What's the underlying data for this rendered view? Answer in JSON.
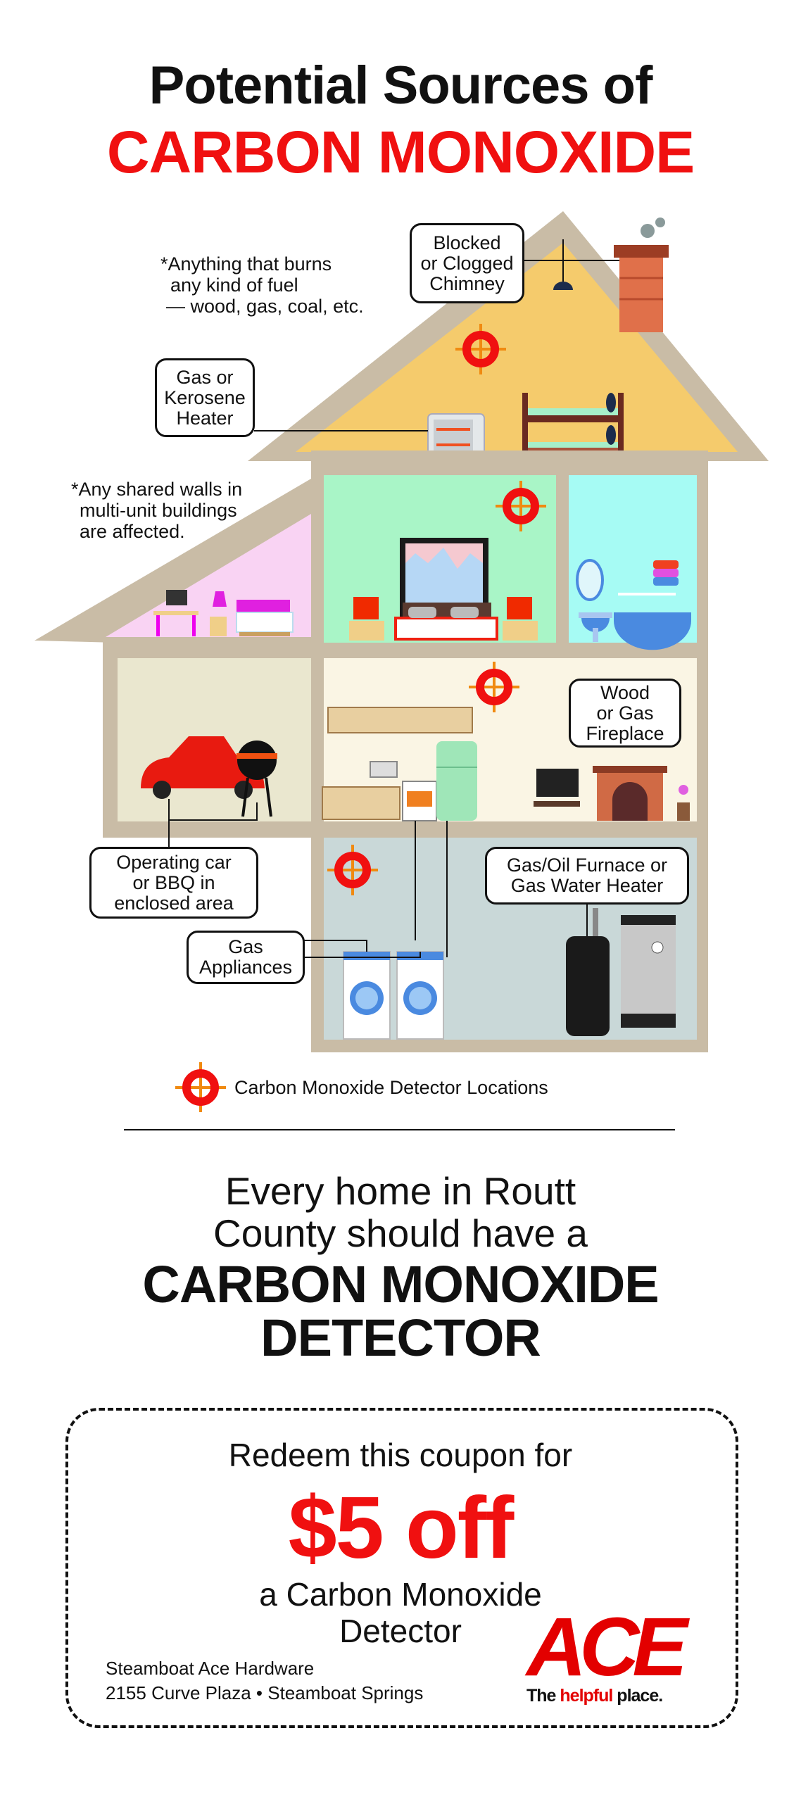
{
  "header": {
    "line1": "Potential Sources of",
    "line2": "CARBON MONOXIDE"
  },
  "notes": {
    "fuel": [
      "*Anything that burns",
      "any kind of fuel",
      "— wood, gas, coal, etc."
    ],
    "walls": [
      "*Any shared walls in",
      "multi-unit buildings",
      "are affected."
    ]
  },
  "callouts": {
    "chimney": [
      "Blocked",
      "or Clogged",
      "Chimney"
    ],
    "heater": [
      "Gas or",
      "Kerosene",
      "Heater"
    ],
    "fireplace": [
      "Wood",
      "or Gas",
      "Fireplace"
    ],
    "car": [
      "Operating car",
      "or BBQ in",
      "enclosed area"
    ],
    "furnace": [
      "Gas/Oil Furnace or",
      "Gas Water Heater"
    ],
    "appliances": [
      "Gas",
      "Appliances"
    ]
  },
  "legend": {
    "label": "Carbon Monoxide Detector Locations",
    "icon": "detector-target-icon"
  },
  "message": {
    "line1": "Every home in Routt",
    "line2": "County should have a",
    "line3": "CARBON MONOXIDE",
    "line4": "DETECTOR"
  },
  "coupon": {
    "intro": "Redeem this coupon for",
    "offer": "$5 off",
    "item1": "a Carbon Monoxide",
    "item2": "Detector",
    "store": "Steamboat Ace Hardware",
    "address": "2155 Curve Plaza • Steamboat Springs",
    "logo_text": "ACE",
    "tagline_pre": "The",
    "tagline_mid": "helpful",
    "tagline_post": "place."
  },
  "colors": {
    "red": "#f01010",
    "roof": "#f5cb6c",
    "wall": "#c9bca6",
    "bedroom": "#a9f5c7",
    "bath": "#a6fbf4",
    "attic_pink": "#f9d3f3",
    "garage": "#eae7cf",
    "living": "#faf5e4",
    "basement": "#c9d8d8"
  }
}
